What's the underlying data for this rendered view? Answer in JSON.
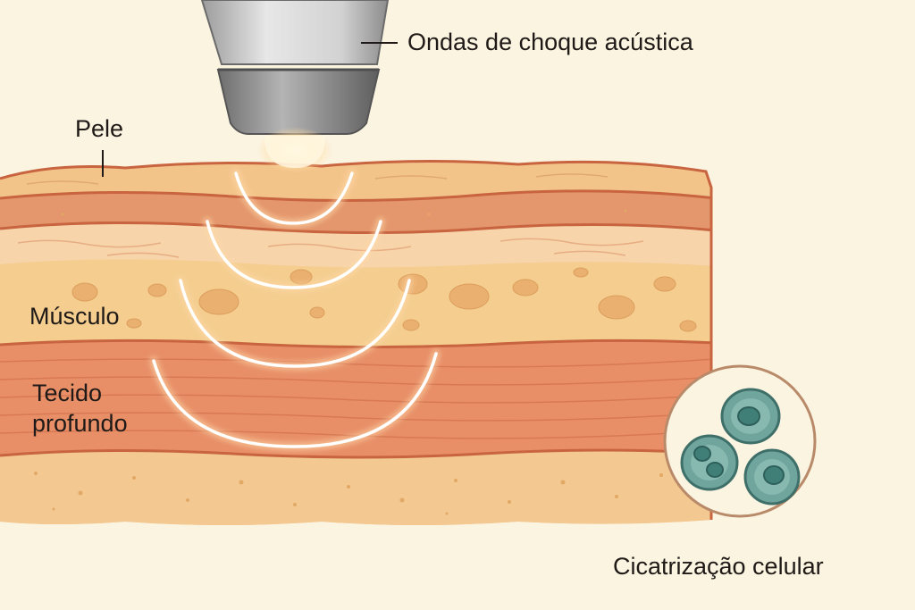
{
  "labels": {
    "probe": "Ondas de choque acústica",
    "skin": "Pele",
    "muscle": "Músculo",
    "deep_tissue_line1": "Tecido",
    "deep_tissue_line2": "profundo",
    "cell_healing": "Cicatrização celular"
  },
  "icons": {
    "probe": "shockwave-applicator-icon",
    "cells": "cell-cluster-icon"
  },
  "colors": {
    "background": "#fbf4e1",
    "skin_top": "#f3c48a",
    "dermis_band": "#e4966c",
    "subcutis": "#f7d4aa",
    "fat_layer": "#f4cd8f",
    "muscle_layer": "#e88f68",
    "bottom_layer": "#f3c891",
    "wave": "#ffffff",
    "cell": "#6fa59c",
    "cell_nucleus": "#3f7f78"
  }
}
